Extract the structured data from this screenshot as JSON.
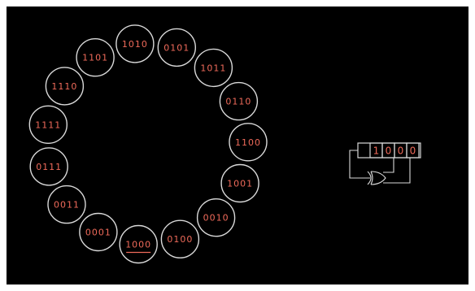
{
  "states": [
    {
      "label": "1010"
    },
    {
      "label": "0101"
    },
    {
      "label": "1011"
    },
    {
      "label": "0110"
    },
    {
      "label": "1100"
    },
    {
      "label": "1001"
    },
    {
      "label": "0010"
    },
    {
      "label": "0100"
    },
    {
      "label": "1000",
      "current": true
    },
    {
      "label": "0001"
    },
    {
      "label": "0011"
    },
    {
      "label": "0111"
    },
    {
      "label": "1111"
    },
    {
      "label": "1110"
    },
    {
      "label": "1101"
    }
  ],
  "register": {
    "bits": [
      "1",
      "0",
      "0",
      "0"
    ],
    "feedback_gate": "xor-gate-icon"
  },
  "colors": {
    "background": "#000000",
    "circle_stroke": "#d9d9d9",
    "label": "#ef6a5a"
  }
}
